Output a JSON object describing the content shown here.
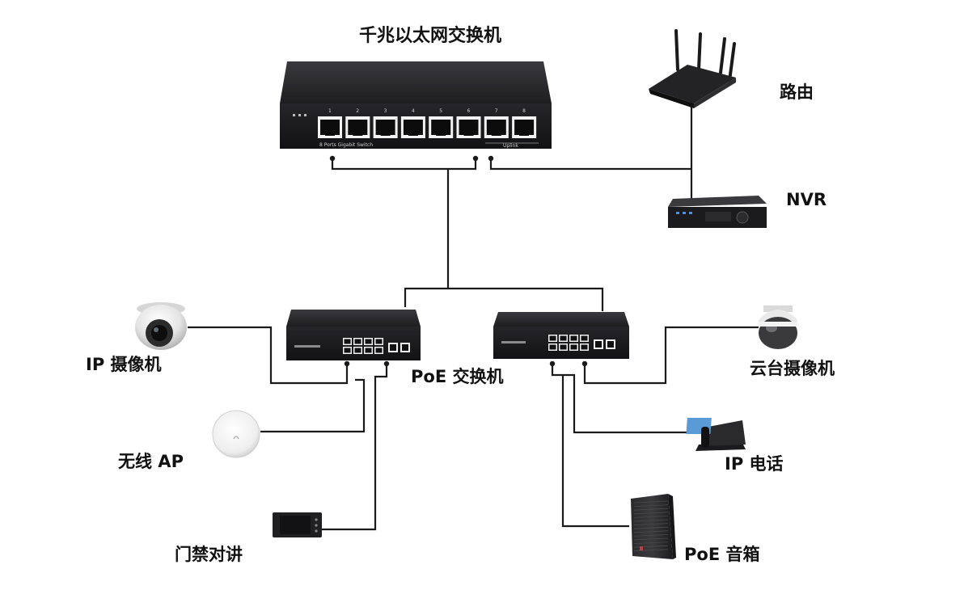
{
  "labels": {
    "gigabit_switch": "千兆以太网交换机",
    "router": "路由",
    "nvr": "NVR",
    "poe_switch": "PoE 交换机",
    "ip_camera": "IP 摄像机",
    "ptz_camera": "云台摄像机",
    "wireless_ap": "无线 AP",
    "ip_phone": "IP 电话",
    "door_intercom": "门禁对讲",
    "poe_speaker": "PoE 音箱"
  },
  "switch_panel": {
    "port_numbers": [
      "1",
      "2",
      "3",
      "4",
      "5",
      "6",
      "7",
      "8"
    ],
    "model_text": "8 Ports Gigabit Switch",
    "uplink_text": "Uplink"
  },
  "colors": {
    "line": "#1a1a1a",
    "device_body": "#1c1c1e",
    "label": "#111111"
  }
}
